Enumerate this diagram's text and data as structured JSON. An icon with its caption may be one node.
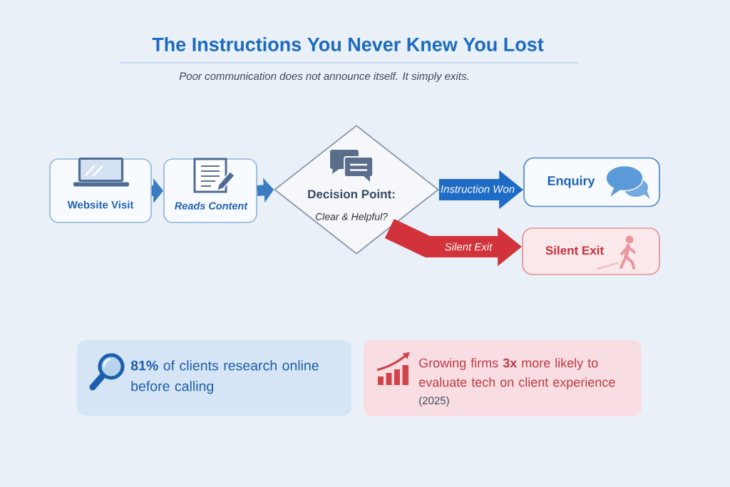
{
  "diagram": {
    "title": "The Instructions You Never Knew You Lost",
    "nodes": [
      {
        "text": [
          "Website Visit"
        ]
      },
      {
        "text": [
          "Reads Content"
        ]
      },
      {
        "text": [
          "Decision Point:",
          "Clear & Helpful?"
        ]
      },
      {
        "text": [
          "Enquiry"
        ]
      },
      {
        "text": [
          "Silent Exit"
        ]
      },
      {
        "text": [
          "**81%** of clients research online before calling"
        ]
      },
      {
        "text": [
          "Growing firms **3x** more likely to evaluate tech on client experience",
          "(2025)"
        ]
      }
    ],
    "edges": [
      {
        "from": 0,
        "to": 1,
        "arrow": "to"
      },
      {
        "from": 1,
        "to": 2,
        "arrow": "to"
      },
      {
        "from": 2,
        "to": 3,
        "arrow": "to",
        "label": "Instruction Won",
        "style": "thick",
        "color": "#1f6cc6"
      },
      {
        "from": 2,
        "to": 4,
        "arrow": "to",
        "label": "Silent Exit",
        "style": "thick",
        "color": "#d2333a"
      }
    ],
    "labels": [
      "Poor communication does not announce itself. It simply exits."
    ]
  }
}
